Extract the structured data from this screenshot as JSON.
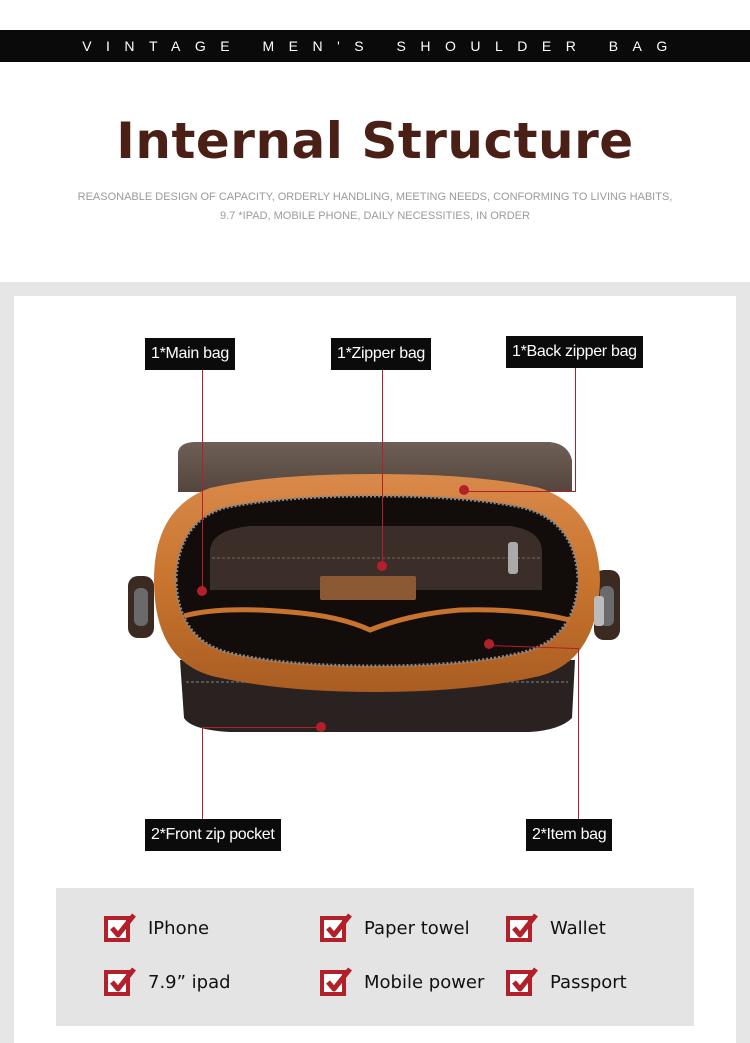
{
  "header": {
    "banner": "VINTAGE MEN'S SHOULDER BAG",
    "title": "Internal Structure",
    "subtitle_line1": "REASONABLE DESIGN OF CAPACITY, ORDERLY HANDLING, MEETING NEEDS, CONFORMING TO LIVING HABITS,",
    "subtitle_line2": "9.7 *IPAD, MOBILE PHONE, DAILY NECESSITIES, IN ORDER"
  },
  "callouts": {
    "main_bag": "1*Main bag",
    "zipper_bag": "1*Zipper bag",
    "back_zipper_bag": "1*Back zipper bag",
    "front_zip_pocket": "2*Front zip pocket",
    "item_bag": "2*Item bag"
  },
  "checklist": [
    {
      "label": "IPhone"
    },
    {
      "label": "Paper towel"
    },
    {
      "label": "Wallet"
    },
    {
      "label": "7.9”  ipad"
    },
    {
      "label": "Mobile power"
    },
    {
      "label": "Passport"
    }
  ],
  "colors": {
    "title": "#4a1f15",
    "accent": "#b3202a",
    "banner_bg": "#0a0a0a",
    "leather": "#c8742e"
  },
  "icons": {
    "check": "checkbox-check-icon"
  }
}
